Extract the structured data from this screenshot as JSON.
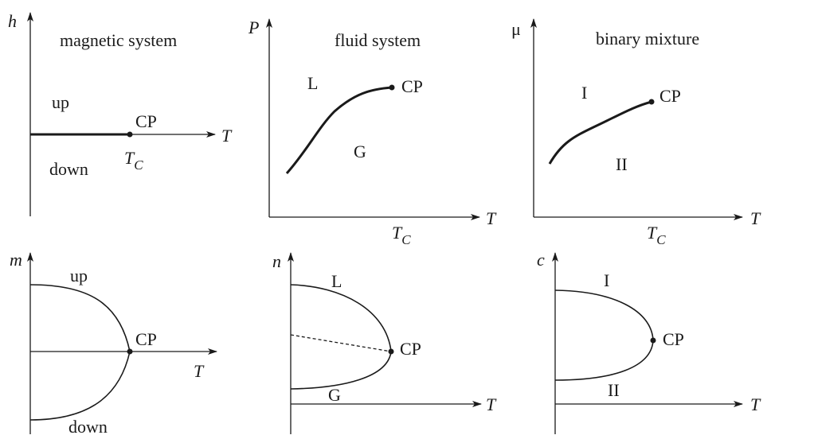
{
  "panels": {
    "magnetic": {
      "title": "magnetic system",
      "y_top": "h",
      "y_bottom": "m",
      "x": "T",
      "up": "up",
      "down": "down",
      "cp": "CP",
      "tc_main": "T",
      "tc_sub": "C",
      "cp_bottom": "CP",
      "up_bottom": "up",
      "down_bottom": "down",
      "x_bottom": "T"
    },
    "fluid": {
      "title": "fluid system",
      "y_top": "P",
      "y_bottom": "n",
      "x": "T",
      "phase_a": "L",
      "phase_b": "G",
      "cp": "CP",
      "tc_main": "T",
      "tc_sub": "C",
      "cp_bottom": "CP",
      "phase_a_bottom": "L",
      "phase_b_bottom": "G",
      "x_bottom": "T"
    },
    "binary": {
      "title": "binary mixture",
      "y_top": "μ",
      "y_bottom": "c",
      "x": "T",
      "phase_a": "I",
      "phase_b": "II",
      "cp": "CP",
      "tc_main": "T",
      "tc_sub": "C",
      "cp_bottom": "CP",
      "phase_a_bottom": "I",
      "phase_b_bottom": "II",
      "x_bottom": "T"
    }
  }
}
